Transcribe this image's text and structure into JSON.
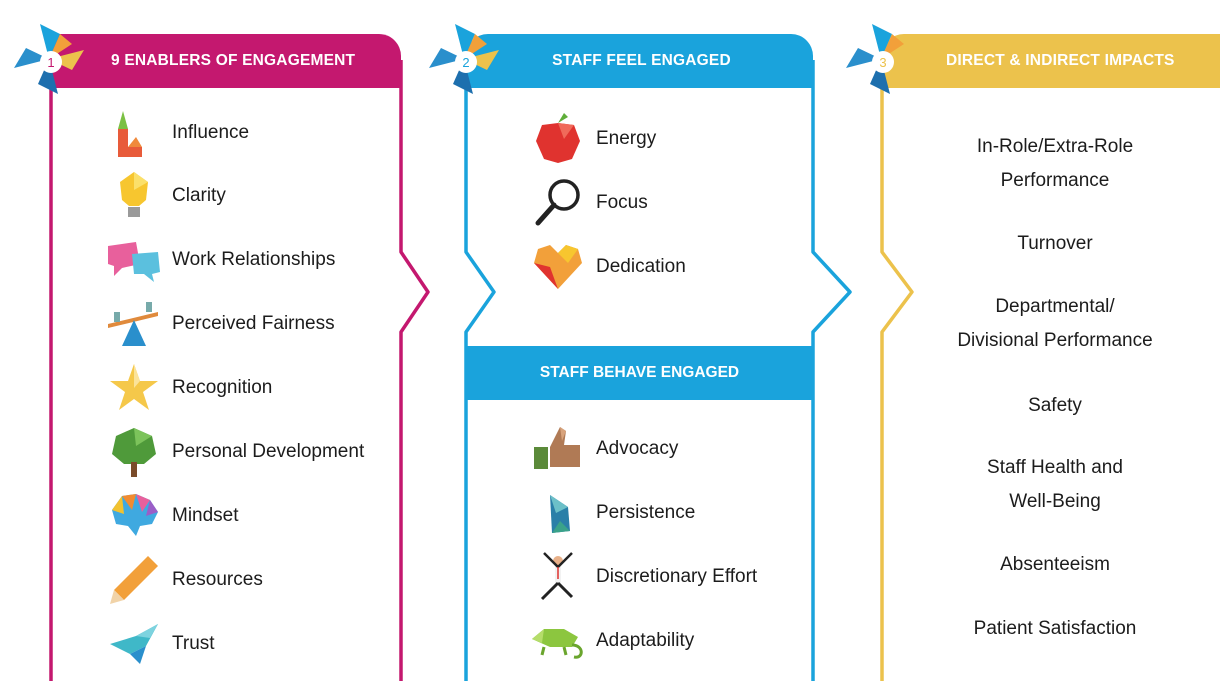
{
  "panel1": {
    "number": "1",
    "title": "9 ENABLERS OF ENGAGEMENT",
    "accent_color": "#c4186f",
    "items": [
      {
        "label": "Influence",
        "icon": "arrow-icon"
      },
      {
        "label": "Clarity",
        "icon": "lightbulb-icon"
      },
      {
        "label": "Work Relationships",
        "icon": "speech-bubbles-icon"
      },
      {
        "label": "Perceived Fairness",
        "icon": "seesaw-icon"
      },
      {
        "label": "Recognition",
        "icon": "star-icon"
      },
      {
        "label": "Personal Development",
        "icon": "tree-icon"
      },
      {
        "label": "Mindset",
        "icon": "brain-icon"
      },
      {
        "label": "Resources",
        "icon": "pencil-icon"
      },
      {
        "label": "Trust",
        "icon": "bird-icon"
      }
    ]
  },
  "panel2": {
    "number": "2",
    "title": "STAFF FEEL ENGAGED",
    "accent_color": "#1aa3dc",
    "feel_items": [
      {
        "label": "Energy",
        "icon": "apple-icon"
      },
      {
        "label": "Focus",
        "icon": "magnifier-icon"
      },
      {
        "label": "Dedication",
        "icon": "heart-icon"
      }
    ],
    "behave_title": "STAFF BEHAVE ENGAGED",
    "behave_items": [
      {
        "label": "Advocacy",
        "icon": "thumbs-up-icon"
      },
      {
        "label": "Persistence",
        "icon": "rock-icon"
      },
      {
        "label": "Discretionary Effort",
        "icon": "jumping-person-icon"
      },
      {
        "label": "Adaptability",
        "icon": "chameleon-icon"
      }
    ]
  },
  "panel3": {
    "number": "3",
    "title": "DIRECT & INDIRECT IMPACTS",
    "accent_color": "#ecc24c",
    "impacts": [
      {
        "line1": "In-Role/Extra-Role",
        "line2": "Performance"
      },
      {
        "line1": "Turnover",
        "line2": ""
      },
      {
        "line1": "Departmental/",
        "line2": "Divisional Performance"
      },
      {
        "line1": "Safety",
        "line2": ""
      },
      {
        "line1": "Staff Health and",
        "line2": "Well-Being"
      },
      {
        "line1": "Absenteeism",
        "line2": ""
      },
      {
        "line1": "Patient Satisfaction",
        "line2": ""
      }
    ]
  }
}
